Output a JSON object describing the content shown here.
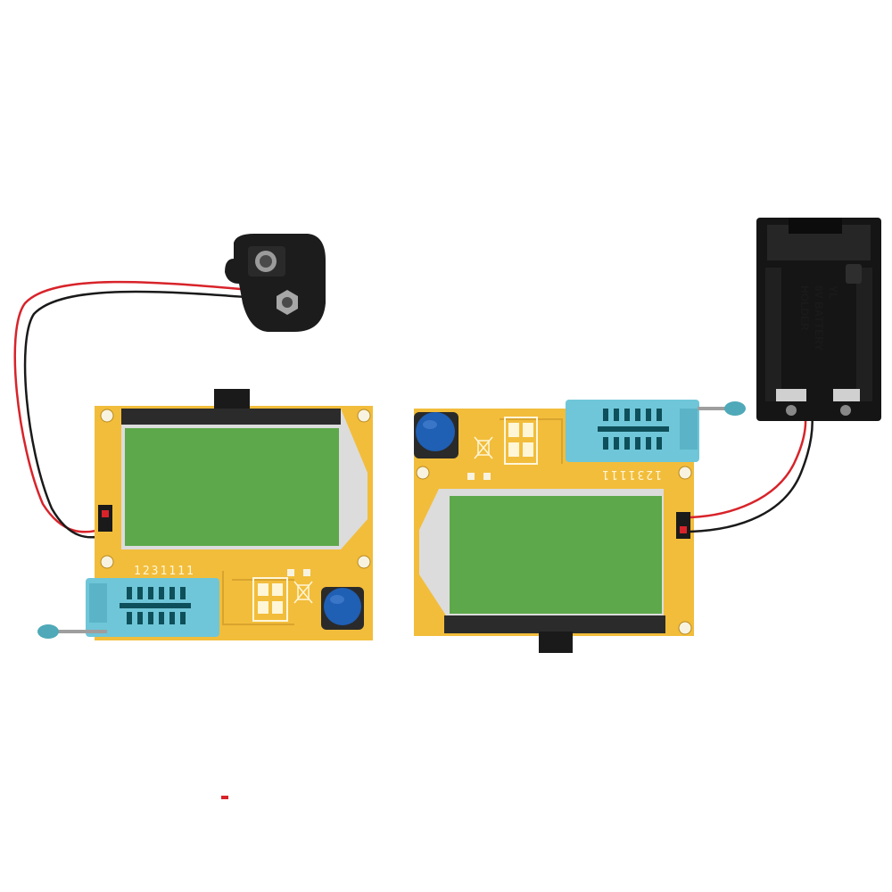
{
  "board_left": {
    "silkscreen_code": "1231111"
  },
  "board_right": {
    "silkscreen_code": "1231111"
  },
  "battery_holder": {
    "label_line1": "YL",
    "label_line2": "9V BATTERY",
    "label_line3": "HOLDER"
  },
  "colors": {
    "pcb": "#f2bd3b",
    "lcd": "#5da84a",
    "zif_socket": "#6fc6d8",
    "button": "#1f5fb4",
    "wire_red": "#d8232a",
    "wire_black": "#1a1a1a",
    "holder": "#151515"
  }
}
